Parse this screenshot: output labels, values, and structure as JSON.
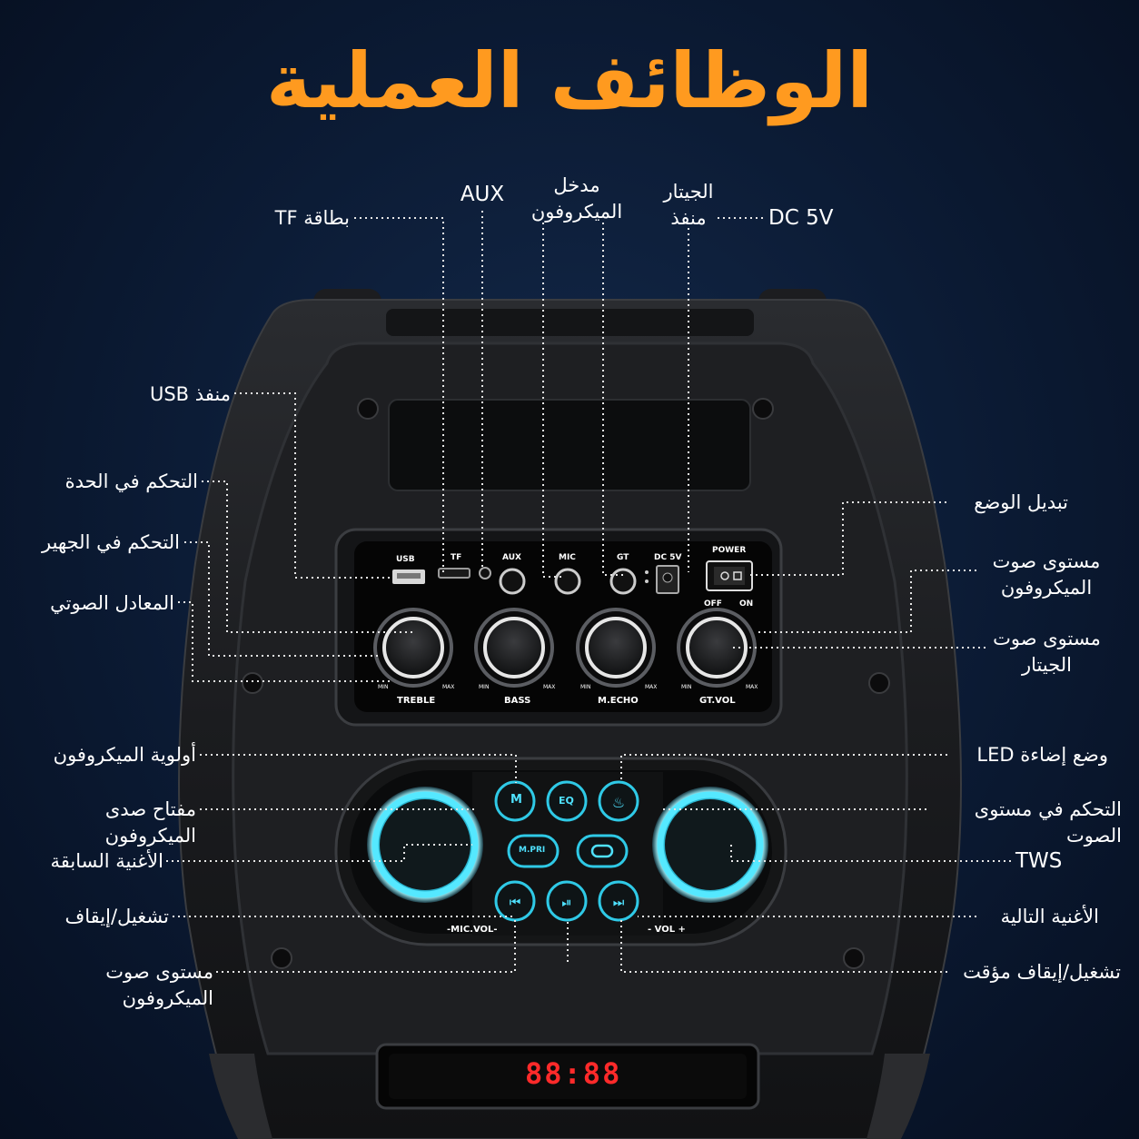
{
  "title": "الوظائف العملية",
  "labels": {
    "tf_card": "بطاقة TF",
    "aux": "AUX",
    "mic_input": "مدخل\nالميكروفون",
    "guitar_port": "الجيتار\nمنفذ",
    "dc": "DC 5V",
    "usb_port": "منفذ USB",
    "treble": "التحكم في الحدة",
    "bass": "التحكم في الجهير",
    "eq": "المعادل الصوتي",
    "mode_switch": "تبديل الوضع",
    "mic_level": "مستوى صوت\nالميكروفون",
    "guitar_level": "مستوى صوت\nالجيتار",
    "mic_priority": "أولوية الميكروفون",
    "mic_echo_key": "مفتاح صدى الميكروفون",
    "prev_song": "الأغنية السابقة",
    "play_stop": "تشغيل/إيقاف",
    "mic_vol_bottom": "مستوى صوت الميكروفون",
    "led_mode": "وضع إضاءة LED",
    "volume_control": "التحكم في مستوى الصوت",
    "tws": "TWS",
    "next_song": "الأغنية التالية",
    "play_pause": "تشغيل/إيقاف مؤقت"
  },
  "panel": {
    "ports": [
      "USB",
      "TF",
      "AUX",
      "MIC",
      "GT",
      "DC 5V"
    ],
    "power_label": "POWER",
    "off_label": "OFF",
    "on_label": "ON",
    "knobs": [
      "TREBLE",
      "BASS",
      "M.ECHO",
      "GT.VOL"
    ],
    "knob_min": "MIN",
    "knob_max": "MAX"
  },
  "buttons": {
    "m_label": "M",
    "eq_label": "EQ",
    "mpri_label": "M.PRI",
    "mic_vol_label": "-MIC.VOL-",
    "vol_label": "- VOL +"
  },
  "display": "88:88",
  "colors": {
    "title": "#ff9a1f",
    "glow": "#3fe6ff",
    "display": "#ff2a2a"
  }
}
